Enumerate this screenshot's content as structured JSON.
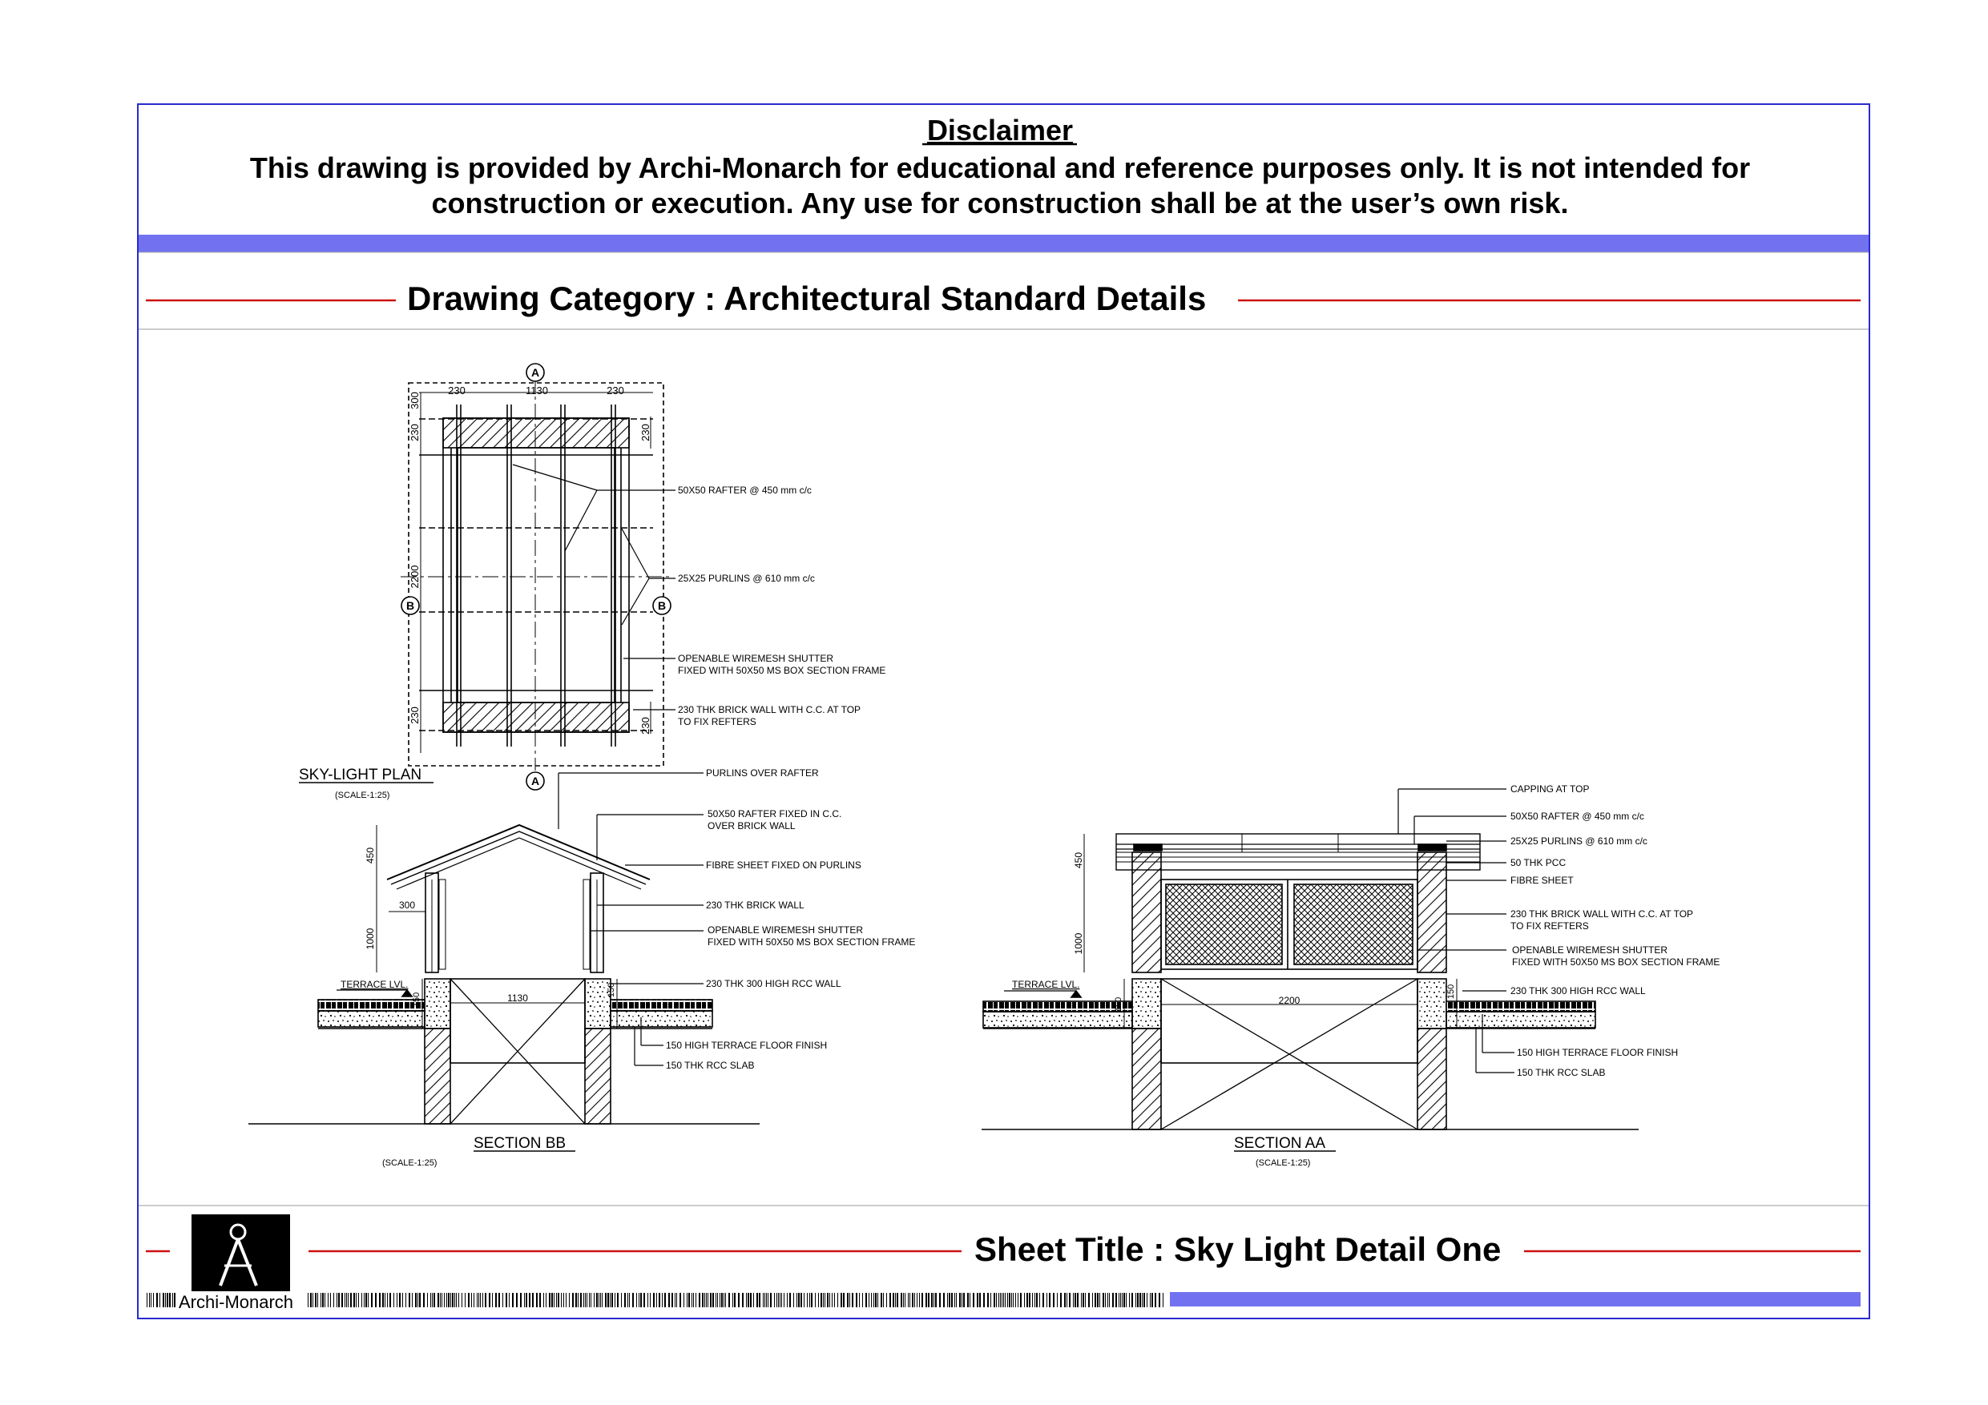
{
  "disclaimer": {
    "heading": "Disclaimer",
    "line1": "This drawing is provided by Archi-Monarch for educational and reference purposes only. It is not intended for",
    "line2": "construction or execution. Any use for construction shall be at the user’s own risk."
  },
  "category": {
    "title": "Drawing Category : Architectural Standard Details"
  },
  "footer": {
    "sheet_title": "Sheet Title : Sky Light Detail One",
    "brand": "Archi-Monarch"
  },
  "colors": {
    "frame": "#2a2ad0",
    "band": "#7272f0",
    "rule": "#cc1111"
  },
  "plan": {
    "title": "SKY-LIGHT PLAN",
    "scale": "(SCALE-1:25)",
    "marker_a": "A",
    "marker_b": "B",
    "dims": {
      "top_left": "230",
      "top_mid": "1130",
      "top_right": "230",
      "left_top": "300",
      "left_a": "230",
      "left_mid": "2200",
      "left_b": "230",
      "right_top": "230",
      "right_bottom": "230"
    },
    "labels": {
      "rafter": "50X50 RAFTER @ 450 mm c/c",
      "purlins": "25X25 PURLINS @ 610 mm c/c",
      "shutter1": "OPENABLE WIREMESH SHUTTER",
      "shutter2": "FIXED WITH 50X50 MS BOX SECTION FRAME",
      "wall1": "230 THK BRICK WALL WITH C.C. AT TOP",
      "wall2": "TO FIX REFTERS"
    }
  },
  "section_bb": {
    "title": "SECTION BB",
    "scale": "(SCALE-1:25)",
    "terrace": "TERRACE LVL.",
    "dims": {
      "rise": "450",
      "wall": "1000",
      "overhang": "300",
      "curb": "150",
      "curb2": "150",
      "span": "1130"
    },
    "labels": {
      "purlins": "PURLINS OVER RAFTER",
      "rafter1": "50X50 RAFTER FIXED IN C.C.",
      "rafter2": "OVER BRICK WALL",
      "fibre": "FIBRE SHEET FIXED ON PURLINS",
      "wall": "230 THK BRICK WALL",
      "shutter1": "OPENABLE WIREMESH SHUTTER",
      "shutter2": "FIXED WITH 50X50 MS BOX SECTION FRAME",
      "rcc": "230 THK 300 HIGH RCC WALL",
      "floor": "150 HIGH TERRACE FLOOR FINISH",
      "slab": "150 THK RCC SLAB"
    }
  },
  "section_aa": {
    "title": "SECTION AA",
    "scale": "(SCALE-1:25)",
    "terrace": "TERRACE LVL.",
    "dims": {
      "rise": "450",
      "wall": "1000",
      "curb": "150",
      "curb2": "150",
      "span": "2200"
    },
    "labels": {
      "capping": "CAPPING AT TOP",
      "rafter": "50X50 RAFTER @ 450 mm c/c",
      "purlins": "25X25 PURLINS @ 610 mm c/c",
      "pcc": "50 THK PCC",
      "fibre": "FIBRE SHEET",
      "wall1": "230 THK BRICK WALL WITH C.C. AT TOP",
      "wall2": "TO FIX REFTERS",
      "shutter1": "OPENABLE WIREMESH SHUTTER",
      "shutter2": "FIXED WITH 50X50 MS BOX SECTION FRAME",
      "rcc": "230 THK 300 HIGH RCC WALL",
      "floor": "150 HIGH TERRACE FLOOR FINISH",
      "slab": "150 THK RCC SLAB"
    }
  }
}
